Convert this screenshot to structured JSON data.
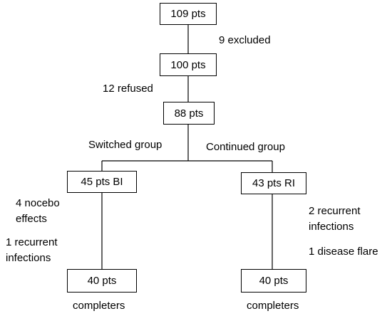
{
  "boxes": {
    "enrolled": "109 pts",
    "after_exclusion": "100 pts",
    "after_refusal": "88 pts",
    "switched": "45 pts BI",
    "continued": "43 pts RI",
    "switched_end": "40 pts",
    "continued_end": "40 pts"
  },
  "labels": {
    "excluded": "9 excluded",
    "refused": "12 refused",
    "switched_group": "Switched group",
    "continued_group": "Continued group",
    "switched_dropouts": {
      "nocebo_line1": "4 nocebo",
      "nocebo_line2": "effects",
      "infections_line1": "1 recurrent",
      "infections_line2": "infections"
    },
    "continued_dropouts": {
      "infections_line1": "2 recurrent",
      "infections_line2": "infections",
      "flare": "1 disease flare"
    },
    "switched_completers": "completers",
    "continued_completers": "completers"
  },
  "colors": {
    "line": "#000000",
    "box_border": "#000000",
    "background": "#ffffff"
  }
}
